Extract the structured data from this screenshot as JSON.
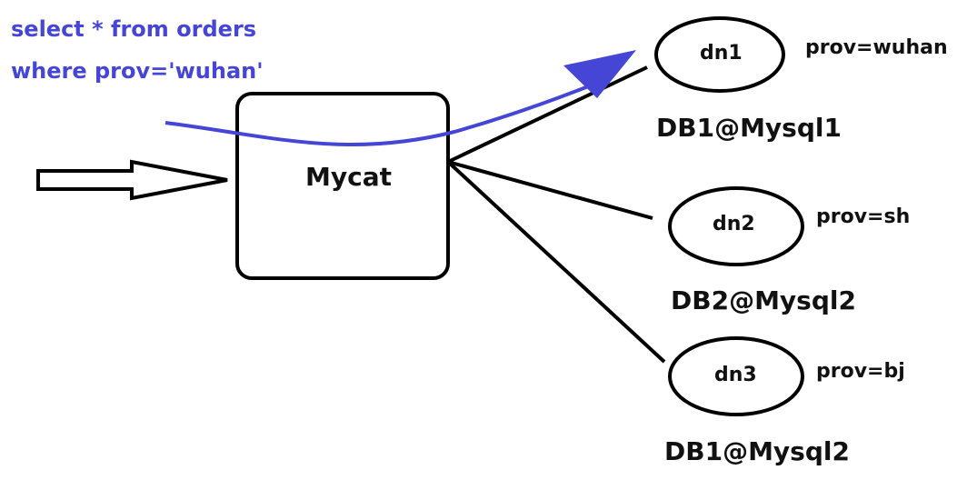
{
  "query": {
    "line1": "select * from orders",
    "line2": "where prov='wuhan'",
    "color": "#4545d6"
  },
  "proxy": {
    "label": "Mycat"
  },
  "nodes": [
    {
      "label": "dn1",
      "condition": "prov=wuhan",
      "database": "DB1@Mysql1"
    },
    {
      "label": "dn2",
      "condition": "prov=sh",
      "database": "DB2@Mysql2"
    },
    {
      "label": "dn3",
      "condition": "prov=bj",
      "database": "DB1@Mysql2"
    }
  ]
}
